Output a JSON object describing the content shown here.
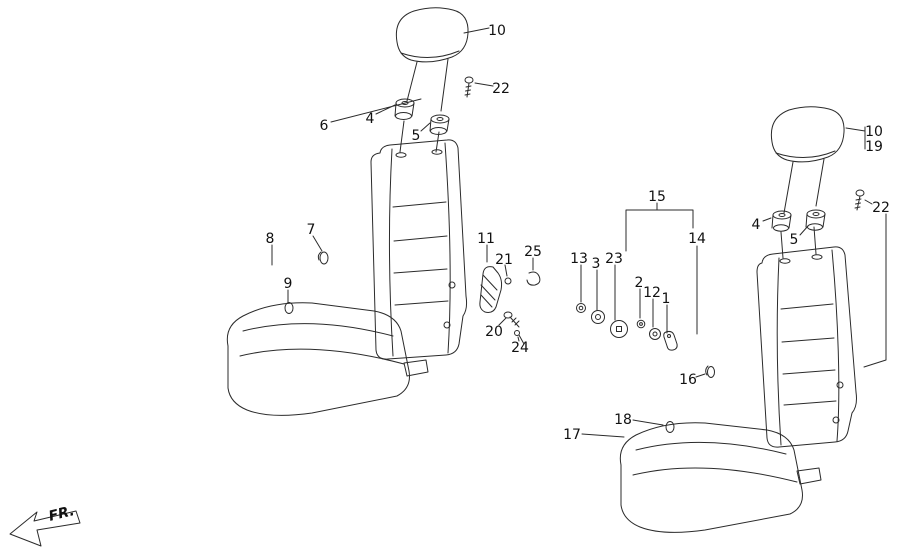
{
  "colors": {
    "background": "#ffffff",
    "line": "#2b2b2b",
    "label": "#111111"
  },
  "fr_arrow": {
    "label": "FR."
  },
  "callouts": [
    {
      "id": "left-headrest",
      "text": "10"
    },
    {
      "id": "left-headrest-bolt",
      "text": "22"
    },
    {
      "id": "left-post-assembly",
      "text": "6"
    },
    {
      "id": "left-guide-front",
      "text": "4"
    },
    {
      "id": "left-guide-rear",
      "text": "5"
    },
    {
      "id": "left-back-clip",
      "text": "7"
    },
    {
      "id": "left-cushion-group",
      "text": "8"
    },
    {
      "id": "left-cushion-clip",
      "text": "9"
    },
    {
      "id": "left-side-cover",
      "text": "11"
    },
    {
      "id": "left-side-screw",
      "text": "21"
    },
    {
      "id": "left-side-clip",
      "text": "25"
    },
    {
      "id": "left-pivot-bolt",
      "text": "20"
    },
    {
      "id": "left-cover-screw",
      "text": "24"
    },
    {
      "id": "center-group",
      "text": "15"
    },
    {
      "id": "center-ring",
      "text": "13"
    },
    {
      "id": "center-knob-a",
      "text": "3"
    },
    {
      "id": "center-knob-b",
      "text": "23"
    },
    {
      "id": "center-washer",
      "text": "2"
    },
    {
      "id": "center-knob-c",
      "text": "12"
    },
    {
      "id": "center-lever",
      "text": "1"
    },
    {
      "id": "center-bracket",
      "text": "14"
    },
    {
      "id": "right-back-clip",
      "text": "16"
    },
    {
      "id": "right-headrest",
      "text": "10"
    },
    {
      "id": "right-headrest-alt",
      "text": "19"
    },
    {
      "id": "right-headrest-bolt",
      "text": "22"
    },
    {
      "id": "right-guide-front",
      "text": "4"
    },
    {
      "id": "right-guide-rear",
      "text": "5"
    },
    {
      "id": "right-cushion-clip",
      "text": "18"
    },
    {
      "id": "right-cushion",
      "text": "17"
    }
  ]
}
